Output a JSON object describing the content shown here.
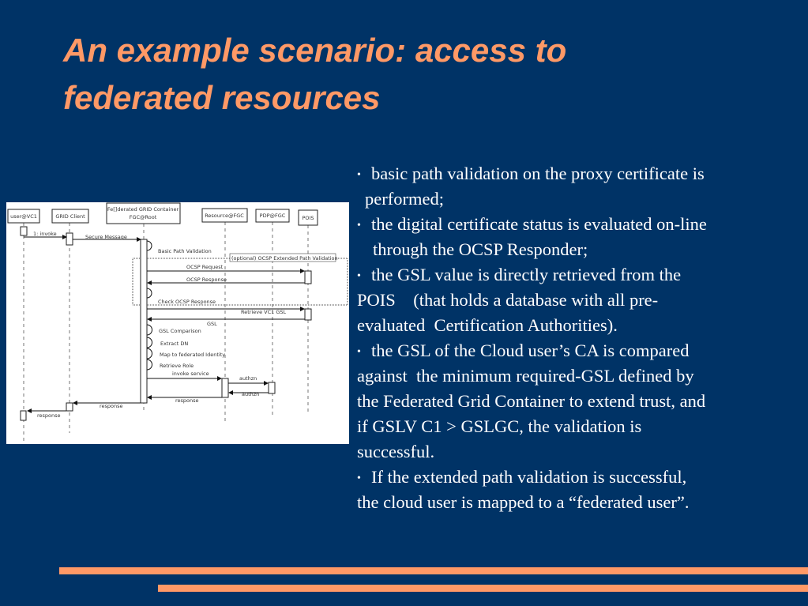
{
  "title": {
    "line1": "An example scenario: access to",
    "line2": "federated resources"
  },
  "diagram": {
    "participants": {
      "user": "user@VC1",
      "client": "GRID Client",
      "fgc1": "Fe[]derated GRID Container",
      "fgc2": "FGC@Root",
      "resource": "Resource@FGC",
      "pdp": "PDP@FGC",
      "pois": "POIS"
    },
    "messages": {
      "invoke": "1: invoke",
      "secure": "Secure Message",
      "basic": "Basic Path Validation",
      "optional": "(optional) OCSP Extended Path Validation",
      "ocsp_req": "OCSP Request",
      "ocsp_resp": "OCSP Response",
      "check": "Check OCSP Response",
      "retrieve": "Retrieve VC1 GSL",
      "gsl": "GSL",
      "comparison": "GSL Comparison",
      "extract": "Extract DN",
      "map": "Map to federated Identity",
      "role": "Retrieve Role",
      "invoke_service": "invoke service",
      "authzn1": "authzn",
      "authzn2": "authzn",
      "response1": "response",
      "response2": "response",
      "response3": "response"
    }
  },
  "bullets": {
    "b1l1": "basic path validation on the proxy certificate is",
    "b1l2": "performed;",
    "b2l1": "the digital certificate status is evaluated on-line",
    "b2l2": "through the OCSP Responder;",
    "b3l1": "the GSL value is directly retrieved from the",
    "b3l2": "POIS    (that holds a database with all pre-",
    "b3l3": "evaluated  Certification Authorities).",
    "b4l1": "the GSL of the Cloud user’s CA is compared",
    "b4l2": "against  the minimum required-GSL defined by",
    "b4l3": "the Federated Grid Container to extend trust, and",
    "b4l4": "if GSLV C1 > GSLGC, the validation is",
    "b4l5": "successful.",
    "b5l1": "If the extended path validation is successful,",
    "b5l2": "the cloud user is mapped to a “federated user”.",
    "bullet": "•"
  },
  "colors": {
    "background": "#003366",
    "accent": "#ff9966"
  }
}
